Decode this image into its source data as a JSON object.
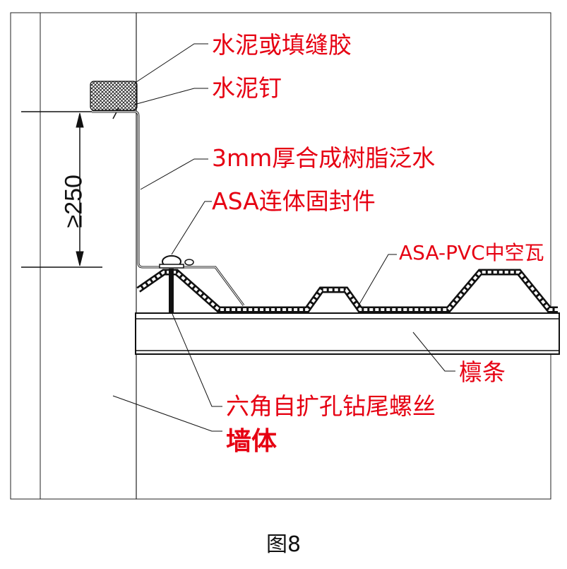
{
  "labels": {
    "sealant": "水泥或填缝胶",
    "nail": "水泥钉",
    "flashing": "3mm厚合成树脂泛水",
    "fixing": "ASA连体固封件",
    "tile": "ASA-PVC中空瓦",
    "purlin": "檩条",
    "screw": "六角自扩孔钻尾螺丝",
    "wall": "墙体"
  },
  "dimension": "≥250",
  "caption": "图8",
  "colors": {
    "label": "#e60012",
    "line": "#111111"
  }
}
